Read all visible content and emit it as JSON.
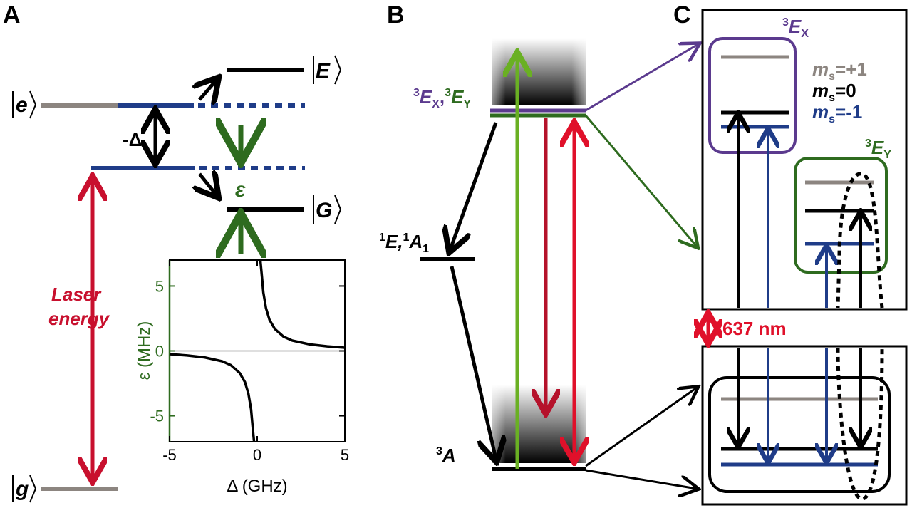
{
  "panels": {
    "a": "A",
    "b": "B",
    "c": "C"
  },
  "panel_a": {
    "ket_e": "e",
    "ket_g": "g",
    "ket_E": "E",
    "ket_G": "G",
    "minus_delta": "-Δ",
    "epsilon": "ε",
    "laser_line1": "Laser",
    "laser_line2": "energy",
    "colors": {
      "red": "#c8102e",
      "blue": "#1f3c88",
      "green": "#2e6b1f",
      "gray": "#8c8580"
    }
  },
  "panel_b": {
    "upper_label_a": "E",
    "upper_label_a_sub": "X",
    "upper_label_b": "E",
    "upper_label_b_sub": "Y",
    "sup3": "3",
    "sup1": "1",
    "mid_label_a": "E,",
    "mid_label_b": "A",
    "mid_label_sub": "1",
    "ground_label": "A",
    "colors": {
      "purple": "#5b3a8e",
      "green": "#2e6b1f",
      "lightgreen": "#6ab023",
      "red": "#e0102a",
      "darkred": "#b5122b"
    }
  },
  "panel_c": {
    "box_x_label": "E",
    "box_x_sub": "X",
    "box_y_label": "E",
    "box_y_sub": "Y",
    "sup3": "3",
    "ms_label": "m",
    "ms_sub": "s",
    "ms_plus": "=+1",
    "ms_zero": "=0",
    "ms_minus": "=-1",
    "wavelength": "637 nm"
  },
  "chart_data": {
    "type": "line",
    "title": "",
    "xlabel": "Δ (GHz)",
    "ylabel": "ε (MHz)",
    "xlim": [
      -5,
      5
    ],
    "ylim": [
      -7,
      7
    ],
    "xticks": [
      -5,
      0,
      5
    ],
    "yticks": [
      5,
      0,
      -5
    ],
    "series": [
      {
        "x": [
          -5.0,
          -4.0,
          -3.0,
          -2.0,
          -1.5,
          -1.0,
          -0.7,
          -0.5,
          -0.35,
          -0.25,
          -0.18
        ],
        "y": [
          -0.25,
          -0.35,
          -0.5,
          -0.8,
          -1.1,
          -1.7,
          -2.4,
          -3.3,
          -4.5,
          -6.0,
          -7.0
        ]
      },
      {
        "x": [
          0.18,
          0.25,
          0.35,
          0.5,
          0.7,
          1.0,
          1.5,
          2.0,
          3.0,
          4.0,
          5.0
        ],
        "y": [
          7.0,
          6.0,
          4.5,
          3.3,
          2.4,
          1.7,
          1.1,
          0.8,
          0.5,
          0.35,
          0.25
        ]
      }
    ],
    "grid": false
  }
}
